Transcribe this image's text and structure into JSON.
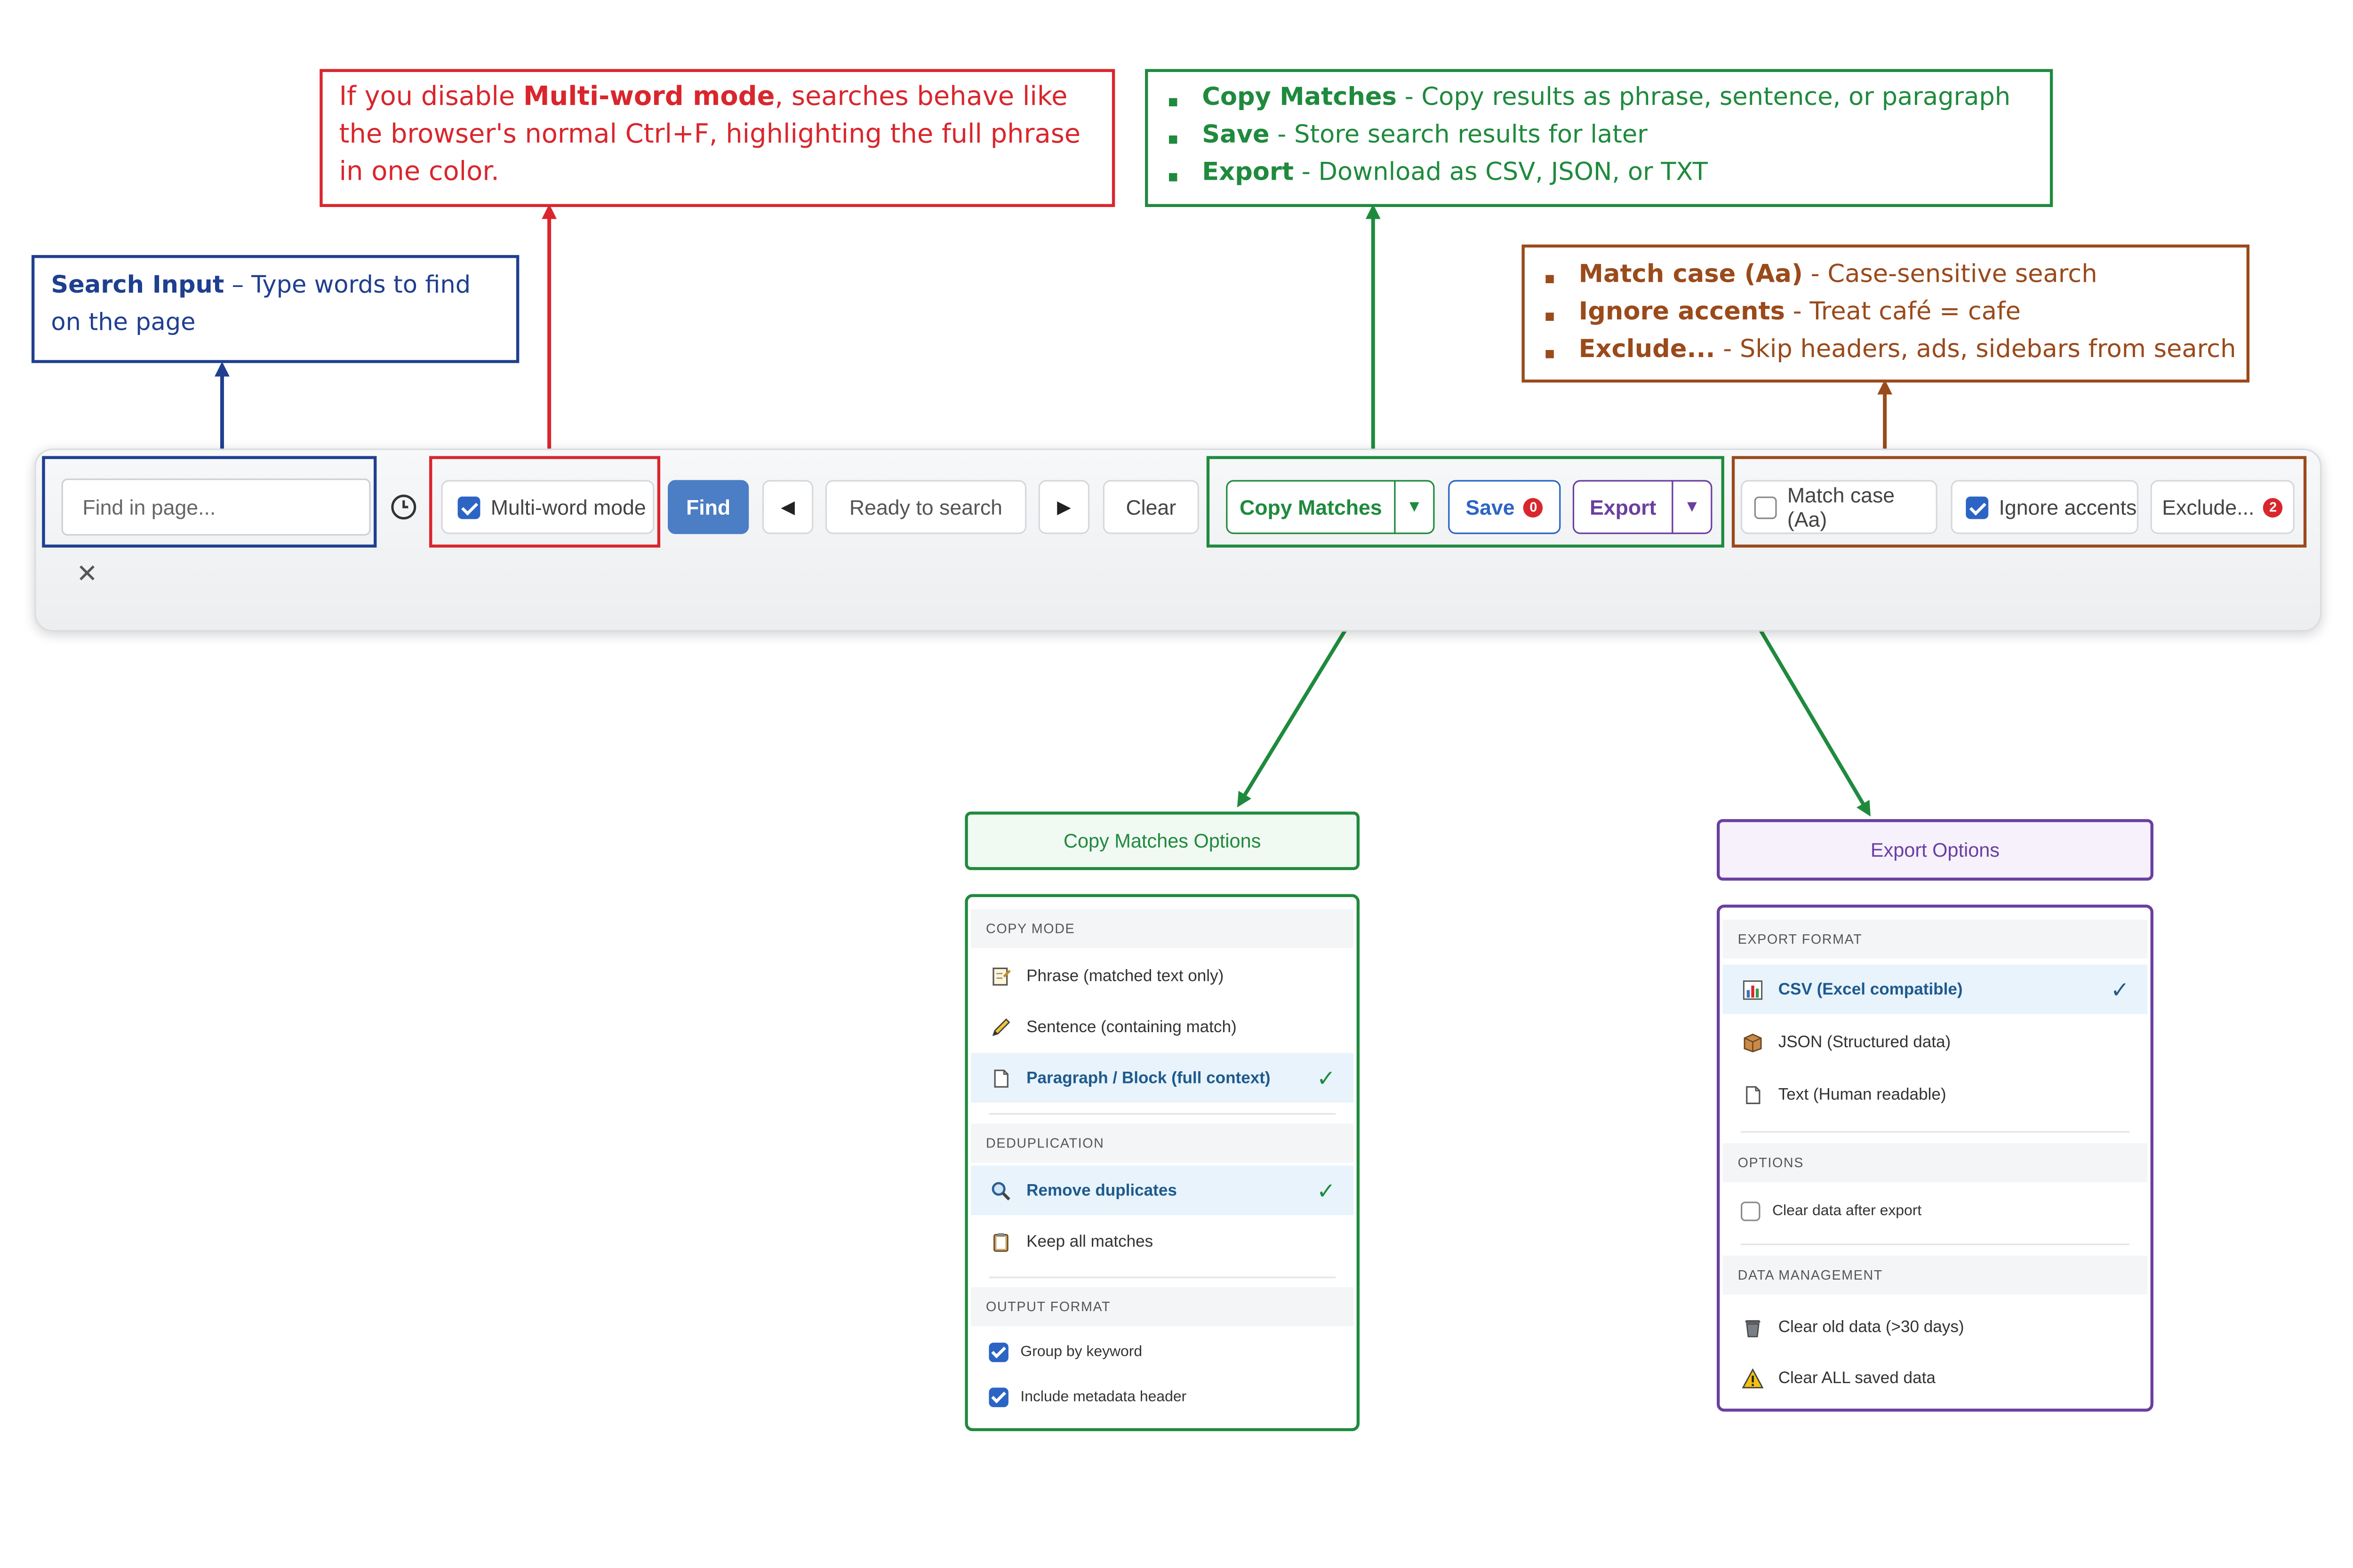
{
  "colors": {
    "blue": "#1f3f8f",
    "red": "#d9262d",
    "green": "#1f8a3d",
    "brown": "#9a4a1b",
    "purple": "#6a3fa0",
    "find_button": "#4b7ec4"
  },
  "callouts": {
    "search": {
      "title": "Search Input",
      "text": " – Type words to find on the page"
    },
    "multiword": {
      "pre": "If you disable ",
      "bold": "Multi-word mode",
      "post": ", searches behave like the browser's normal Ctrl+F, highlighting the full phrase in one color."
    },
    "copy": [
      {
        "bold": "Copy Matches",
        "text": " - Copy results as phrase, sentence, or paragraph"
      },
      {
        "bold": "Save",
        "text": " - Store search results for later"
      },
      {
        "bold": "Export",
        "text": " - Download as CSV, JSON, or TXT"
      }
    ],
    "options": [
      {
        "bold": "Match case (Aa)",
        "text": " - Case-sensitive search"
      },
      {
        "bold": "Ignore accents",
        "text": " - Treat café = cafe"
      },
      {
        "bold": "Exclude...",
        "text": " - Skip headers, ads, sidebars from search"
      }
    ]
  },
  "toolbar": {
    "search_placeholder": "Find in page...",
    "history_icon": "clock-icon",
    "multiword_label": "Multi-word mode",
    "multiword_checked": true,
    "find_label": "Find",
    "prev_icon": "triangle-left-icon",
    "status": "Ready to search",
    "next_icon": "triangle-right-icon",
    "clear_label": "Clear",
    "copy_label": "Copy Matches",
    "save_label": "Save",
    "save_count": "0",
    "export_label": "Export",
    "match_case_label": "Match case (Aa)",
    "match_case_checked": false,
    "ignore_accents_label": "Ignore accents",
    "ignore_accents_checked": true,
    "exclude_label": "Exclude...",
    "exclude_count": "2",
    "close_icon": "close-icon"
  },
  "copy_panel": {
    "title": "Copy Matches Options",
    "copy_mode_header": "COPY MODE",
    "copy_mode": [
      {
        "icon": "memo-icon",
        "label": "Phrase (matched text only)",
        "selected": false
      },
      {
        "icon": "pencil-icon",
        "label": "Sentence (containing match)",
        "selected": false
      },
      {
        "icon": "page-icon",
        "label": "Paragraph / Block (full context)",
        "selected": true
      }
    ],
    "dedup_header": "DEDUPLICATION",
    "dedup": [
      {
        "icon": "magnifier-icon",
        "label": "Remove duplicates",
        "selected": true
      },
      {
        "icon": "clipboard-icon",
        "label": "Keep all matches",
        "selected": false
      }
    ],
    "output_header": "OUTPUT FORMAT",
    "output": [
      {
        "label": "Group by keyword",
        "checked": true
      },
      {
        "label": "Include metadata header",
        "checked": true
      }
    ]
  },
  "export_panel": {
    "title": "Export Options",
    "format_header": "EXPORT FORMAT",
    "formats": [
      {
        "icon": "bar-chart-icon",
        "label": "CSV (Excel compatible)",
        "selected": true
      },
      {
        "icon": "box-icon",
        "label": "JSON (Structured data)",
        "selected": false
      },
      {
        "icon": "page-icon",
        "label": "Text (Human readable)",
        "selected": false
      }
    ],
    "options_header": "OPTIONS",
    "clear_after_label": "Clear data after export",
    "clear_after_checked": false,
    "data_header": "DATA MANAGEMENT",
    "data": [
      {
        "icon": "trash-icon",
        "label": "Clear old data (>30 days)"
      },
      {
        "icon": "warning-icon",
        "label": "Clear ALL saved data"
      }
    ]
  },
  "check_mark": "✓"
}
